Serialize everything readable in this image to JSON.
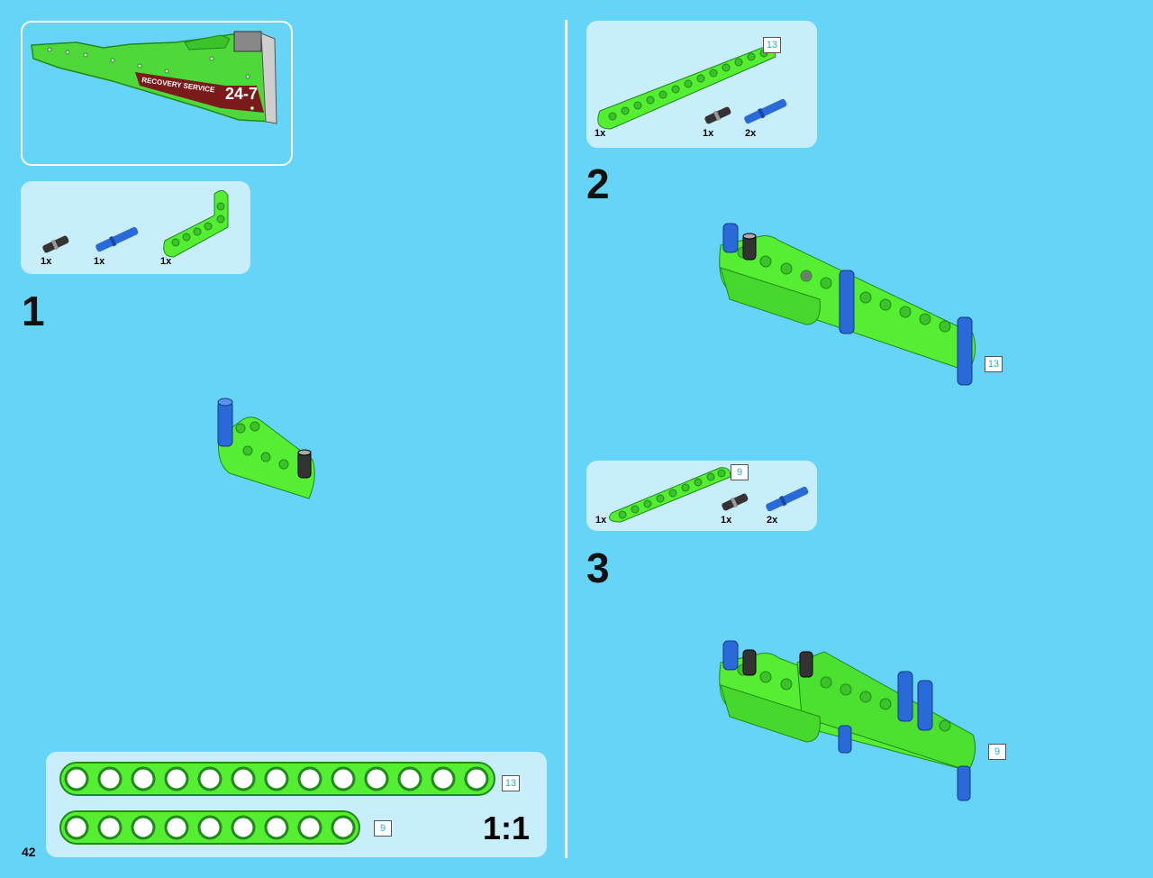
{
  "page": {
    "number": "42",
    "bg_color": "#66d4f7",
    "panel_color": "#c8eefc",
    "beam_color": "#55ee33",
    "pin_blue": "#2a6ad8"
  },
  "model_preview": {
    "decal_text_1": "RECOVERY SERVICE",
    "decal_text_2": "24-7"
  },
  "step1": {
    "number": "1",
    "parts": [
      {
        "name": "black-friction-pin",
        "qty": "1x"
      },
      {
        "name": "blue-axle-pin",
        "qty": "1x"
      },
      {
        "name": "green-angled-beam",
        "qty": "1x"
      }
    ]
  },
  "step2": {
    "number": "2",
    "parts": [
      {
        "name": "green-beam-13",
        "qty": "1x",
        "length": "13"
      },
      {
        "name": "black-friction-pin",
        "qty": "1x"
      },
      {
        "name": "blue-axle-pin",
        "qty": "2x"
      }
    ],
    "callout_length": "13"
  },
  "step3": {
    "number": "3",
    "parts": [
      {
        "name": "green-beam-9",
        "qty": "1x",
        "length": "9"
      },
      {
        "name": "black-friction-pin",
        "qty": "1x"
      },
      {
        "name": "blue-axle-pin",
        "qty": "2x"
      }
    ],
    "callout_length": "9"
  },
  "scale_panel": {
    "ratio": "1:1",
    "beam_long": "13",
    "beam_short": "9"
  }
}
